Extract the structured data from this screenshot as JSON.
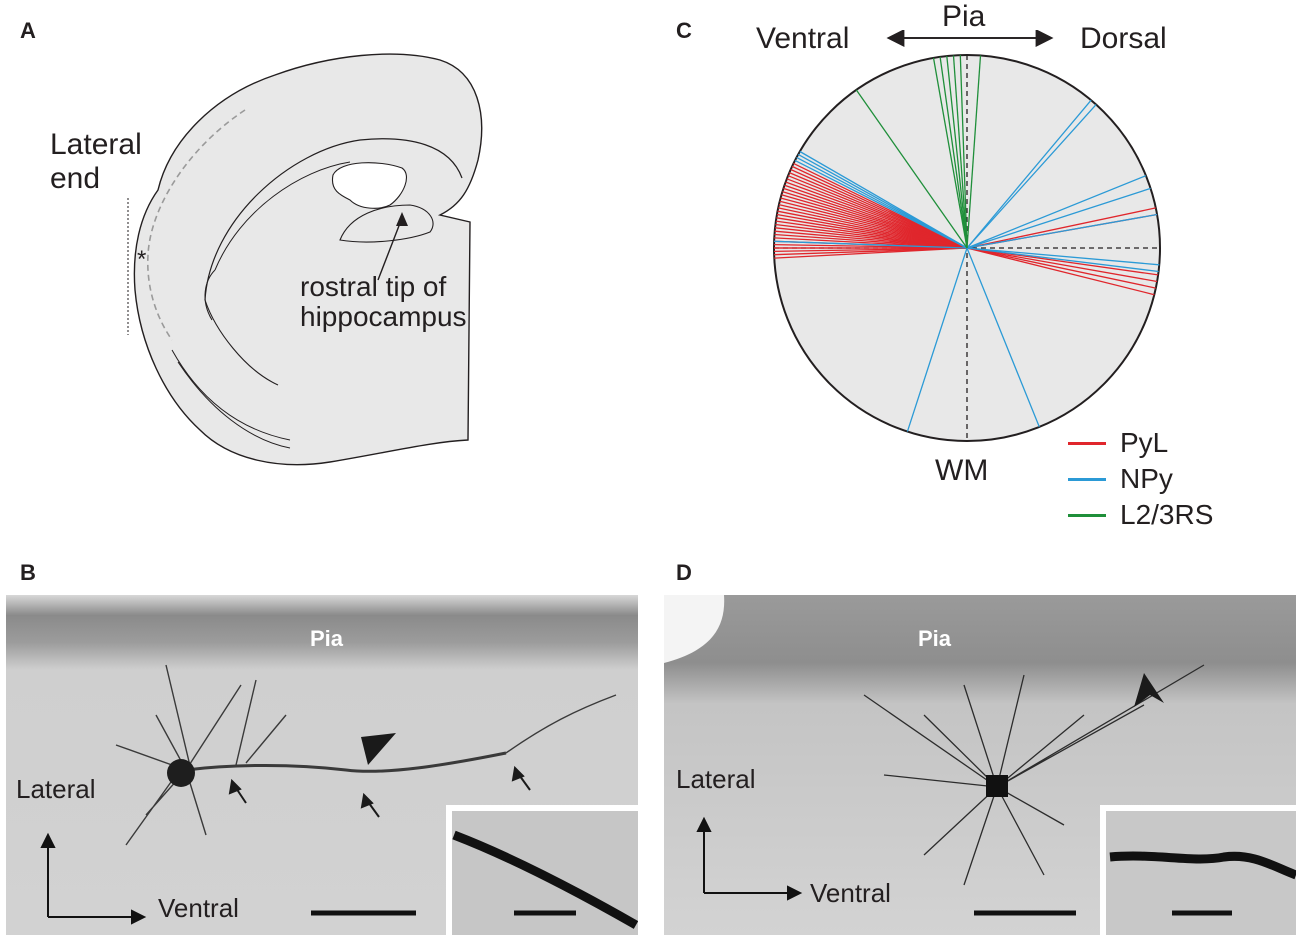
{
  "panels": {
    "a": {
      "letter": "A",
      "lateral_end_line1": "Lateral",
      "lateral_end_line2": "end",
      "asterisk": "*",
      "hippo_line1": "rostral tip of",
      "hippo_line2": "hippocampus"
    },
    "b": {
      "letter": "B",
      "pia": "Pia",
      "axis_vertical": "Lateral",
      "axis_horizontal": "Ventral"
    },
    "c": {
      "letter": "C",
      "top": "Pia",
      "left": "Ventral",
      "right": "Dorsal",
      "bottom": "WM",
      "legend": [
        {
          "label": "PyL",
          "color": "#e0262c"
        },
        {
          "label": "NPy",
          "color": "#2b9ad6"
        },
        {
          "label": "L2/3RS",
          "color": "#1f8f3a"
        }
      ]
    },
    "d": {
      "letter": "D",
      "pia": "Pia",
      "axis_vertical": "Lateral",
      "axis_horizontal": "Ventral"
    }
  },
  "chart_data": {
    "type": "polar-orientation",
    "reference_axis": "vertical dashed line (pia to WM)",
    "series": [
      {
        "name": "PyL",
        "color": "#e0262c",
        "angles_deg": [
          -80,
          -81,
          -82,
          -83,
          -84,
          -85,
          -86,
          -87,
          -88,
          -89,
          -90,
          -90,
          -91,
          -92,
          -93,
          -70,
          -72,
          -74,
          -75,
          -76,
          -77,
          -78,
          -79,
          -73,
          -71,
          -69,
          -68,
          -67,
          -66,
          -65,
          -64,
          78,
          80,
          98,
          100,
          102,
          104
        ]
      },
      {
        "name": "NPy",
        "color": "#2b9ad6",
        "angles_deg": [
          -60,
          -61,
          -62,
          -63,
          -88,
          40,
          42,
          68,
          72,
          80,
          95,
          97,
          158,
          198
        ]
      },
      {
        "name": "L2/3RS",
        "color": "#1f8f3a",
        "angles_deg": [
          -2,
          -4,
          -6,
          -8,
          -10,
          4,
          -35
        ]
      }
    ]
  }
}
